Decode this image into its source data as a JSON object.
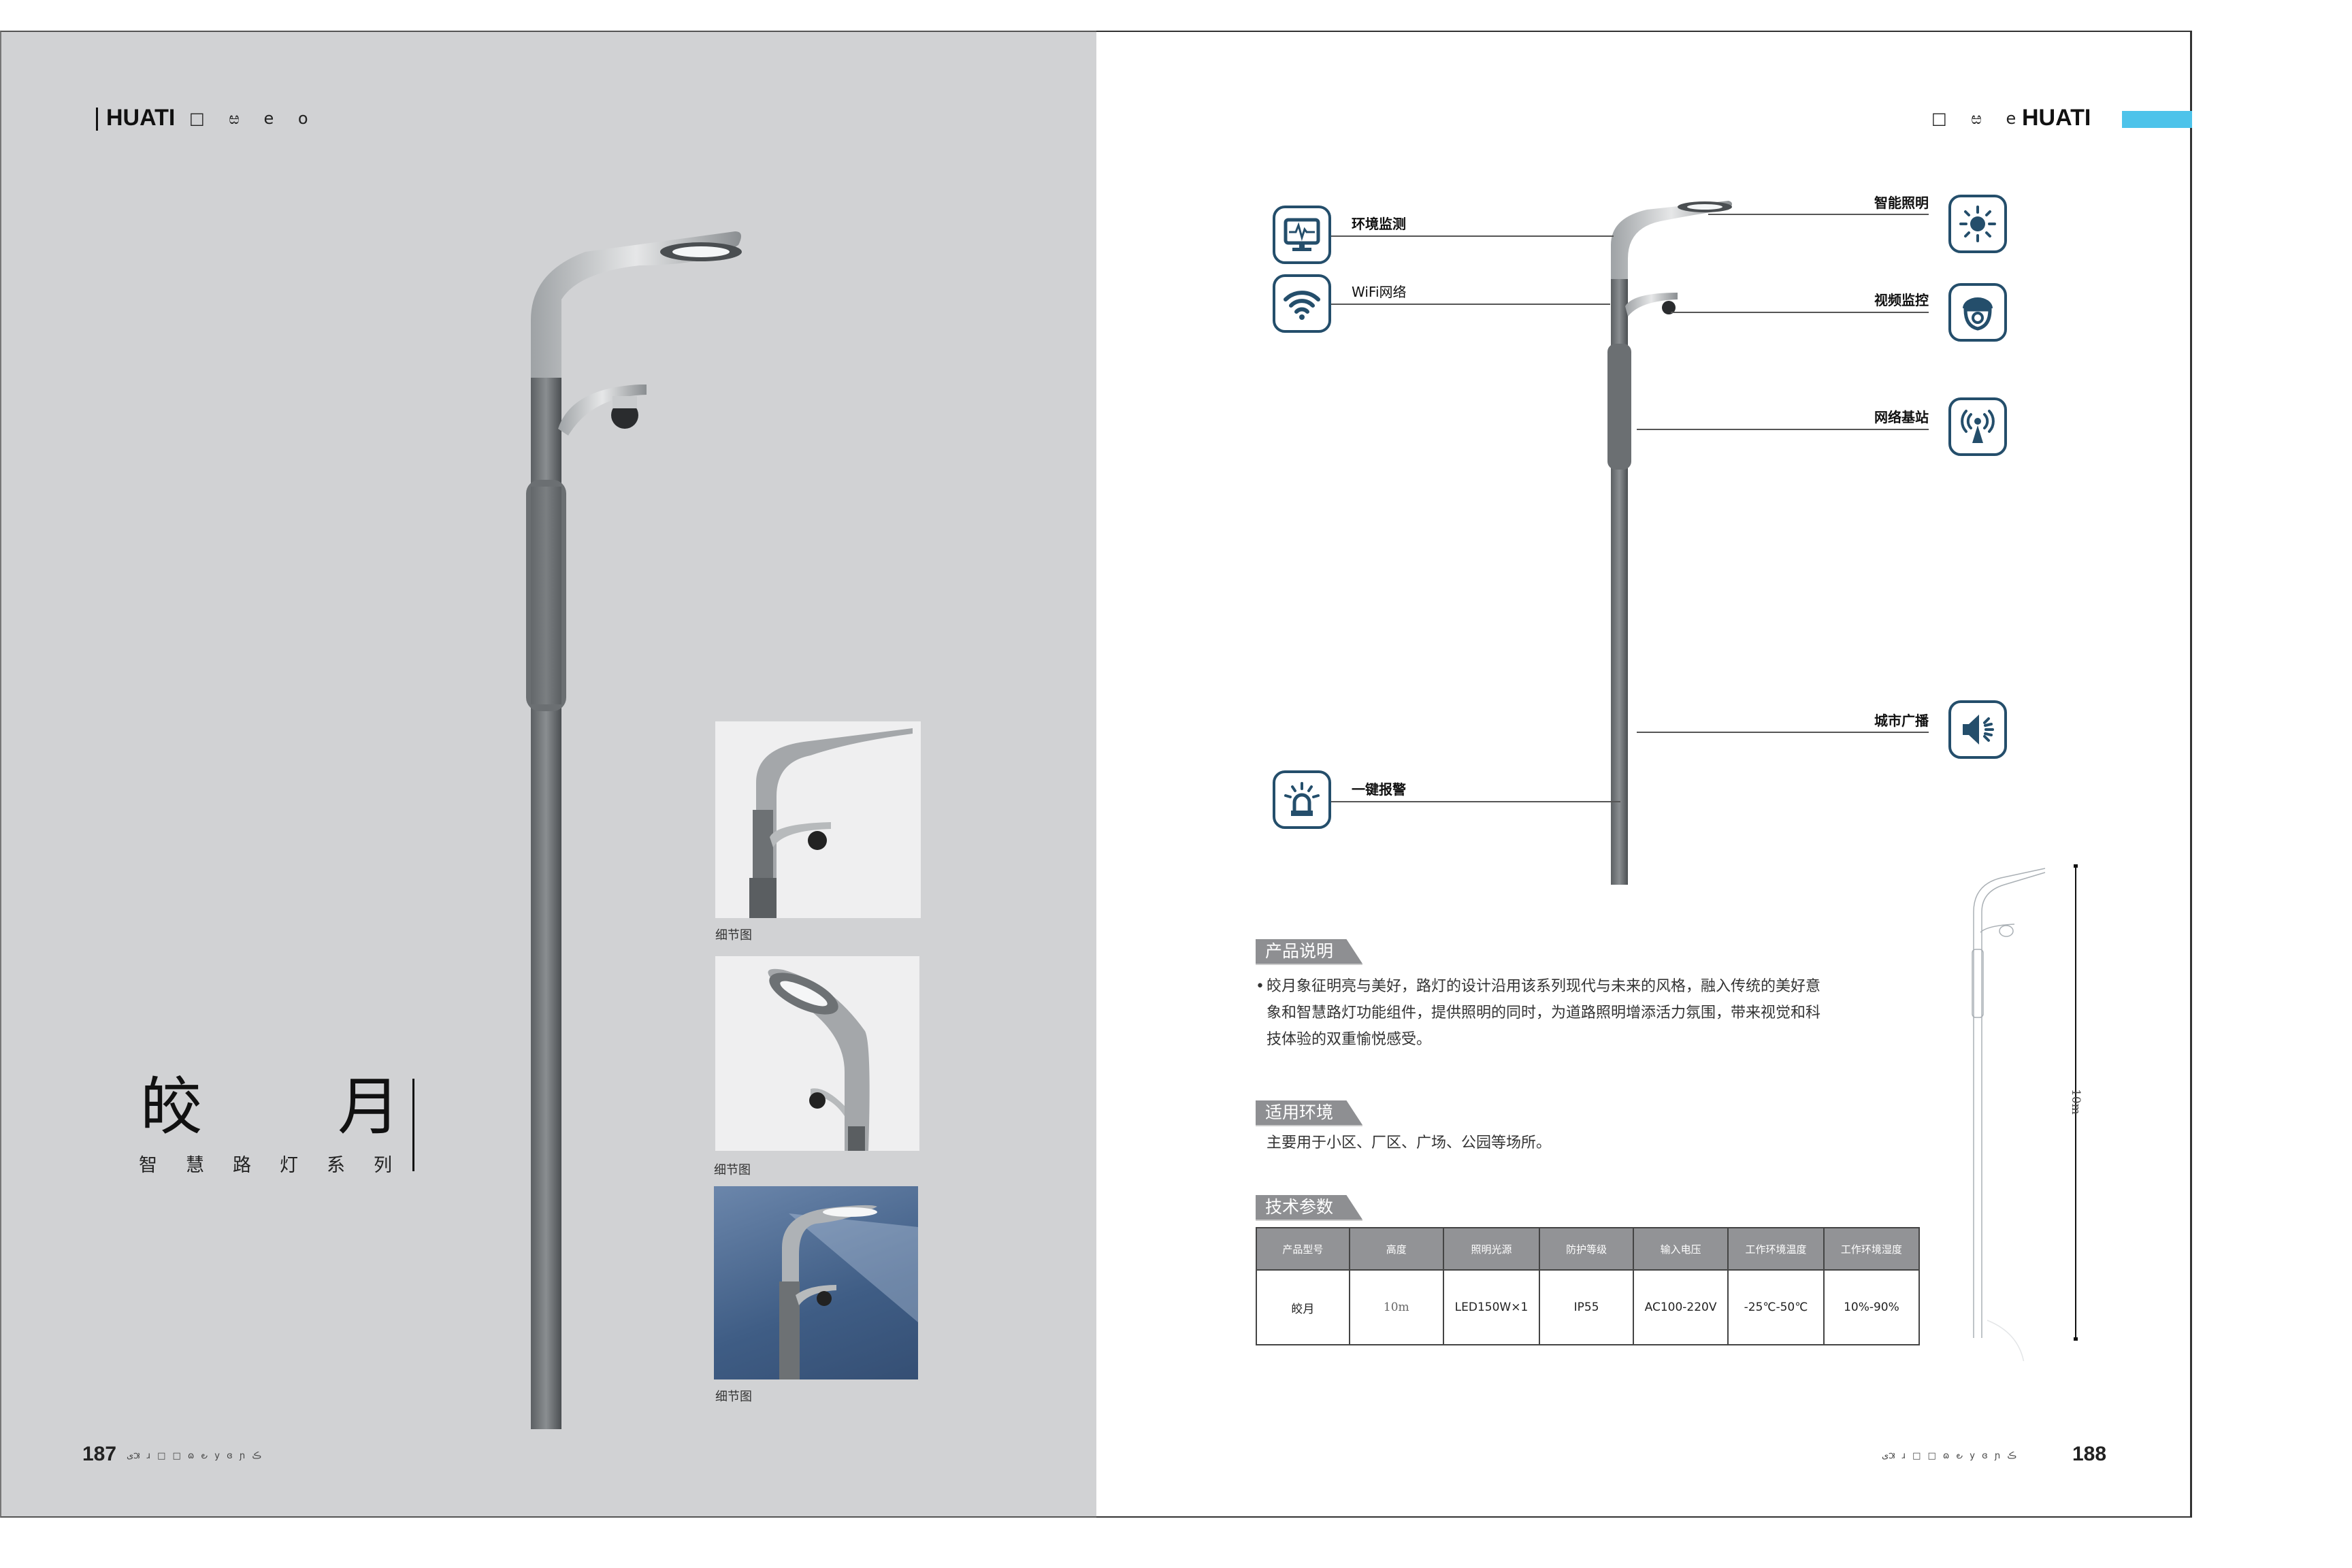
{
  "left_page": {
    "brand": "HUATI",
    "brand_glyphs": "□ ಱ e o",
    "title_char_1": "皎",
    "title_char_2": "月",
    "subtitle_chars": [
      "智",
      "慧",
      "路",
      "灯",
      "系",
      "列"
    ],
    "detail_captions": [
      "细节图",
      "细节图",
      "细节图"
    ],
    "page_number": "187",
    "footer_glyphs": "ﻯ౫ ︎ɹ □ □ ɷ ౿ y ɞ ɲ ڪ"
  },
  "right_page": {
    "brand": "HUATI",
    "brand_glyphs": "□ ಱ e",
    "accent_color": "#4dc3ea",
    "icon_color": "#244e6b",
    "features_left": [
      {
        "label": "环境监测",
        "icon": "monitor-pulse-icon"
      },
      {
        "label": "WiFi网络",
        "icon": "wifi-icon"
      },
      {
        "label": "一键报警",
        "icon": "alarm-siren-icon"
      }
    ],
    "features_right": [
      {
        "label": "智能照明",
        "icon": "sun-light-icon"
      },
      {
        "label": "视频监控",
        "icon": "dome-camera-icon"
      },
      {
        "label": "网络基站",
        "icon": "antenna-tower-icon"
      },
      {
        "label": "城市广播",
        "icon": "speaker-icon"
      }
    ],
    "sections": {
      "description": {
        "heading": "产品说明",
        "bullet": "•",
        "lines": [
          "皎月象征明亮与美好，路灯的设计沿用该系列现代与未来的风格，融入传统的美好意",
          "象和智慧路灯功能组件，提供照明的同时，为道路照明增添活力氛围，带来视觉和科",
          "技体验的双重愉悦感受。"
        ]
      },
      "environment": {
        "heading": "适用环境",
        "text": "主要用于小区、厂区、广场、公园等场所。"
      },
      "specs": {
        "heading": "技术参数",
        "headers": [
          "产品型号",
          "高度",
          "照明光源",
          "防护等级",
          "输入电压",
          "工作环境温度",
          "工作环境湿度"
        ],
        "row": [
          "皎月",
          "10m",
          "LED150W×1",
          "IP55",
          "AC100-220V",
          "-25℃-50℃",
          "10%-90%"
        ]
      }
    },
    "dimension_label": "10m",
    "page_number": "188",
    "footer_glyphs": "ﻯ౫ ︎ɹ □ □ ɷ ౿ y ɞ ɲ ڪ"
  }
}
